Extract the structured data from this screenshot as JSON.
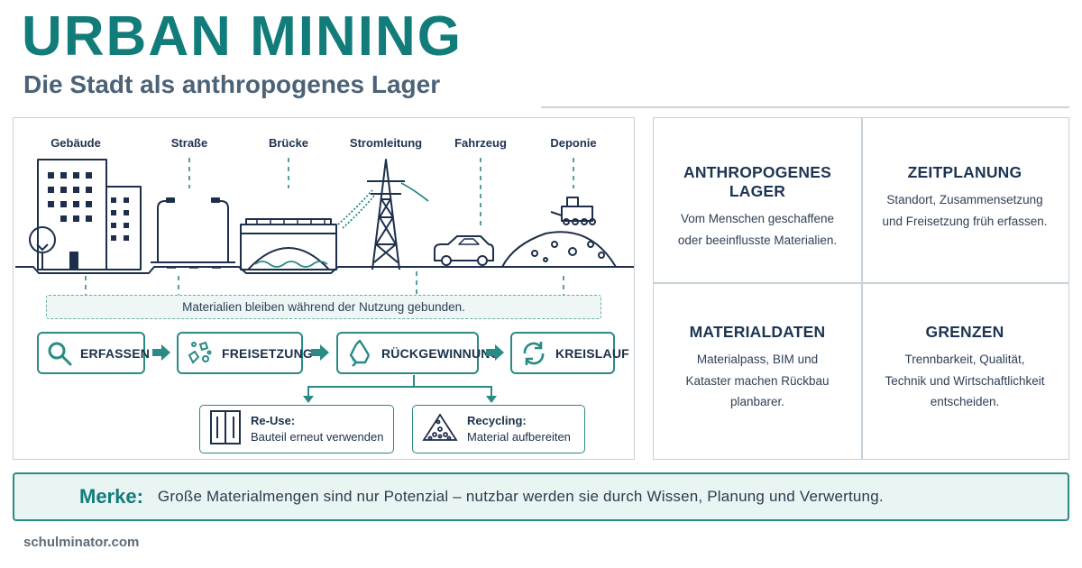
{
  "header": {
    "title": "URBAN MINING",
    "subtitle": "Die Stadt als anthropogenes Lager"
  },
  "scene": {
    "sites": [
      "Gebäude",
      "Straße",
      "Brücke",
      "Stromleitung",
      "Fahrzeug",
      "Deponie"
    ],
    "binding_note": "Materialien bleiben während der Nutzung gebunden."
  },
  "process": {
    "steps": [
      "ERFASSEN",
      "FREISETZUNG",
      "RÜCKGEWINNUNG",
      "KREISLAUF"
    ],
    "outcomes": [
      {
        "title": "Re-Use:",
        "text": "Bauteil erneut verwenden"
      },
      {
        "title": "Recycling:",
        "text": "Material aufbereiten"
      }
    ]
  },
  "concepts": [
    {
      "heading": "ANTHROPOGENES LAGER",
      "body": "Vom Menschen geschaffene\noder beeinflusste Materialien."
    },
    {
      "heading": "ZEITPLANUNG",
      "body": "Standort, Zusammensetzung\nund Freisetzung früh erfassen."
    },
    {
      "heading": "MATERIALDATEN",
      "body": "Materialpass, BIM und\nKataster machen Rückbau\nplanbarer."
    },
    {
      "heading": "GRENZEN",
      "body": "Trennbarkeit, Qualität,\nTechnik und Wirtschaftlichkeit\nentscheiden."
    }
  ],
  "merke": {
    "label": "Merke:",
    "text": "Große Materialmengen sind nur Potenzial – nutzbar werden sie durch Wissen, Planung und Verwertung."
  },
  "footer": {
    "source": "schulminator.com"
  },
  "colors": {
    "accent": "#127c7a",
    "border": "#2a8a85",
    "ink": "#1f3550",
    "muted": "#4c6276"
  },
  "icons": [
    "magnifier-icon",
    "debris-icon",
    "recycle-icon",
    "cycle-icon",
    "reuse-door-icon",
    "recycling-pile-icon"
  ]
}
